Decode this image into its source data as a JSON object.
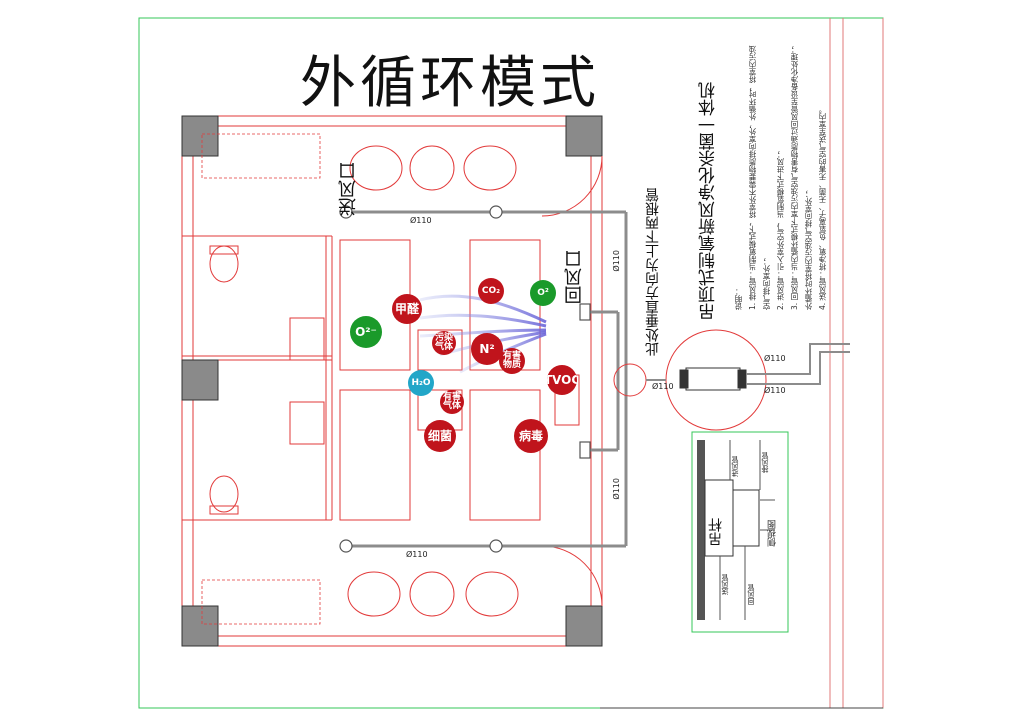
{
  "title": "外循环模式",
  "labels": {
    "supply_vent": "送风口",
    "return_vent": "回风口",
    "vertical_note": "此处垂直方向为上下两根管",
    "device_title": "吊顶式制氧新风净化杀菌一体机",
    "pipe_top": "Ø110",
    "pipe_bottom": "Ø110",
    "pipe_right_top": "Ø110",
    "pipe_right_bottom": "Ø110",
    "pipe_unit": "Ø110",
    "pipe_unit2": "Ø110",
    "pipe_unit3": "Ø110",
    "hanger": "吊杆",
    "side_view": "侧视图",
    "exhaust_pipe": "排风管",
    "intake_pipe": "进风管",
    "send_pipe": "送风管",
    "return_pipe": "回风管"
  },
  "notes": [
    "说明：",
    "1. 排风管：当制氧模式下，将室外不需要物质排向室外，外循环时，将室内污浊空气排向室外；",
    "2. 进风管：引入室外空气，当制氧模式下进风；",
    "3. 回风管：当内循环模式下室内污浊空气有害物质通过回风管至设备净化处理；外循环时将室内污浊空气排向室外；",
    "4. 送风管：将净氧、负氧离子、无菌、无害的空气送至室内。"
  ],
  "particles": [
    {
      "label": "CO₂",
      "color": "#c0141c"
    },
    {
      "label": "O²",
      "color": "#1a9a2a"
    },
    {
      "label": "甲醛",
      "color": "#c0141c"
    },
    {
      "label": "O²⁻",
      "color": "#1a9a2a"
    },
    {
      "label": "污染气体",
      "color": "#c0141c"
    },
    {
      "label": "N²",
      "color": "#c0141c"
    },
    {
      "label": "有害物质",
      "color": "#c0141c"
    },
    {
      "label": "TVOC",
      "color": "#c0141c"
    },
    {
      "label": "H₂O",
      "color": "#22a6c8"
    },
    {
      "label": "有害气体",
      "color": "#c0141c"
    },
    {
      "label": "细菌",
      "color": "#c0141c"
    },
    {
      "label": "病毒",
      "color": "#c0141c"
    }
  ]
}
